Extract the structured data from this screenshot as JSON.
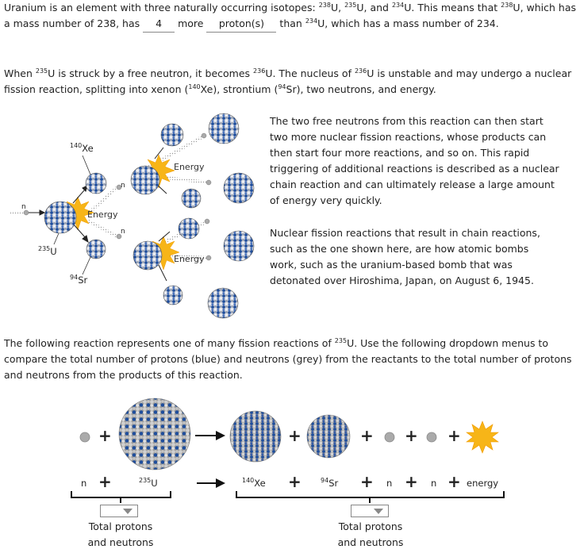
{
  "para1": {
    "t1": "Uranium is an element with three naturally occurring isotopes: ",
    "s238a": "238",
    "t2": "U, ",
    "s235a": "235",
    "t3": "U, and ",
    "s234a": "234",
    "t4": "U. This means that ",
    "s238b": "238",
    "t5": "U, which has",
    "t6": "a mass number of 238, has ",
    "blank1": "4",
    "t7": " more ",
    "blank2": "proton(s)",
    "t8": " than ",
    "s234b": "234",
    "t9": "U, which has a mass number of 234."
  },
  "para2": {
    "t1": "When ",
    "s235a": "235",
    "t2": "U is struck by a free neutron, it becomes ",
    "s236a": "236",
    "t3": "U. The nucleus of ",
    "s236b": "236",
    "t4": "U is unstable and may undergo a nuclear",
    "t5": "fission reaction, splitting into xenon (",
    "s140": "140",
    "t6": "Xe), strontium (",
    "s94": "94",
    "t7": "Sr), two neutrons, and energy."
  },
  "side1": {
    "l1": "The two free neutrons from this reaction can then start",
    "l2": "two more nuclear fission reactions, whose products can",
    "l3": "then start four more reactions, and so on. This rapid",
    "l4": "triggering of additional reactions is described as a nuclear",
    "l5": "chain reaction and can ultimately release a large amount",
    "l6": "of energy very quickly."
  },
  "side2": {
    "l1": "Nuclear fission reactions that result in chain reactions,",
    "l2": "such as the one shown here, are how atomic bombs",
    "l3": "work, such as the uranium-based bomb that was",
    "l4": "detonated over Hiroshima, Japan, on August 6, 1945."
  },
  "diagram": {
    "xe_sup": "140",
    "xe": "Xe",
    "u_sup": "235",
    "u": "U",
    "sr_sup": "94",
    "sr": "Sr",
    "n": "n",
    "energy": "Energy"
  },
  "para3": {
    "t1": "The following reaction represents one of many fission reactions of ",
    "s235": "235",
    "t2": "U. Use the following dropdown menus to",
    "l2": "compare the total number of protons (blue) and neutrons (grey) from the reactants to the total number of protons",
    "l3": "and neutrons from the products of this reaction."
  },
  "equation": {
    "n": "n",
    "plus": "+",
    "u_sup": "235",
    "u": "U",
    "xe_sup": "140",
    "xe": "Xe",
    "sr_sup": "94",
    "sr": "Sr",
    "energy": "energy"
  },
  "reactants_caption": {
    "l1": "Total protons",
    "l2": "and neutrons"
  },
  "products_caption": {
    "l1": "Total protons",
    "l2": "and neutrons"
  },
  "colors": {
    "proton": "#1f4e9c",
    "neutron": "#b8b8b8",
    "energy": "#f7b518"
  }
}
